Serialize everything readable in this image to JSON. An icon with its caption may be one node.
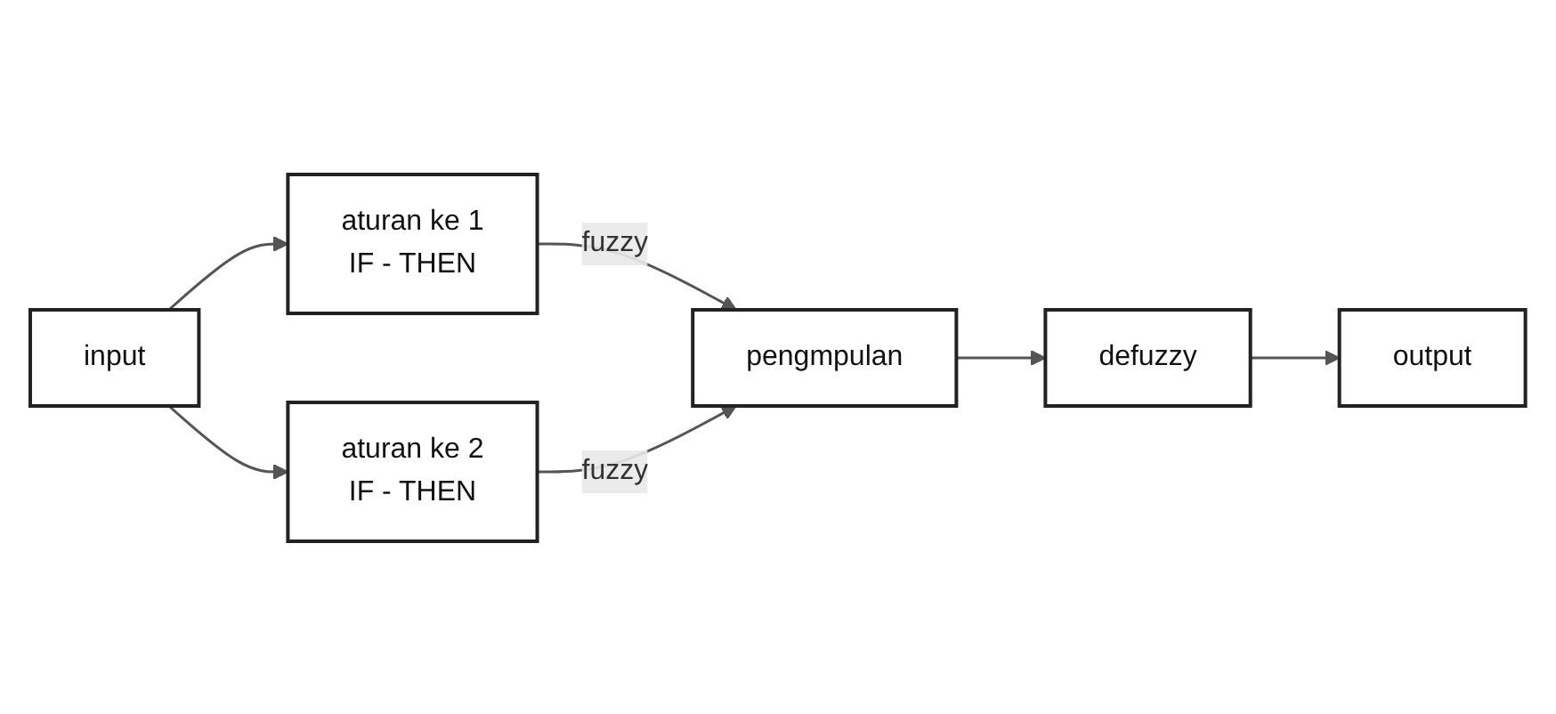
{
  "diagram": {
    "nodes": [
      {
        "text": [
          "input"
        ]
      },
      {
        "text": [
          "aturan ke 1",
          "IF - THEN"
        ]
      },
      {
        "text": [
          "aturan ke 2",
          "IF - THEN"
        ]
      },
      {
        "text": [
          "pengmpulan"
        ]
      },
      {
        "text": [
          "defuzzy"
        ]
      },
      {
        "text": [
          "output"
        ]
      }
    ],
    "edges": [
      {
        "from": 0,
        "to": 1,
        "arrow": "to"
      },
      {
        "from": 0,
        "to": 2,
        "arrow": "to"
      },
      {
        "from": 1,
        "to": 3,
        "label": "fuzzy",
        "arrow": "to"
      },
      {
        "from": 2,
        "to": 3,
        "label": "fuzzy",
        "arrow": "to"
      },
      {
        "from": 3,
        "to": 4,
        "arrow": "to"
      },
      {
        "from": 4,
        "to": 5,
        "arrow": "to"
      }
    ]
  }
}
